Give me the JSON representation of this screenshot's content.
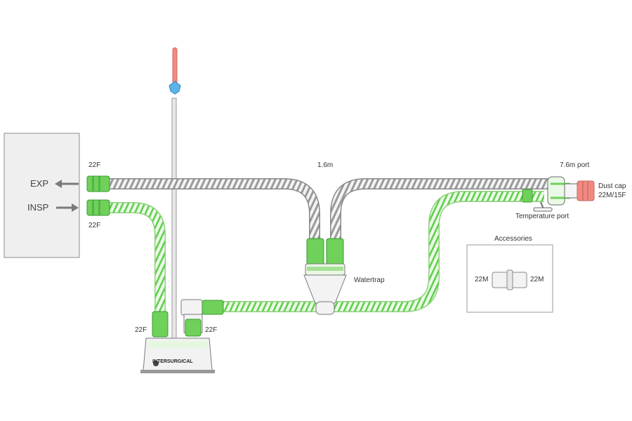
{
  "ventilator": {
    "exp_label": "EXP",
    "insp_label": "INSP"
  },
  "labels": {
    "exp_port": "22F",
    "insp_port": "22F",
    "length": "1.6m",
    "port_76": "7.6m port",
    "dust_cap": "Dust cap",
    "dust_cap_size": "22M/15F",
    "temperature_port": "Temperature port",
    "watertrap": "Watertrap",
    "humidifier_left": "22F",
    "humidifier_right": "22F"
  },
  "accessories": {
    "title": "Accessories",
    "left_size": "22M",
    "right_size": "22M"
  },
  "humidifier": {
    "brand": "INTERSURGICAL"
  },
  "colors": {
    "green": "#6fd15a",
    "green_dark": "#3a9a33",
    "grey_tube": "#cfcfcf",
    "dust_cap": "#f08a80",
    "outline": "#8a8a8a"
  }
}
